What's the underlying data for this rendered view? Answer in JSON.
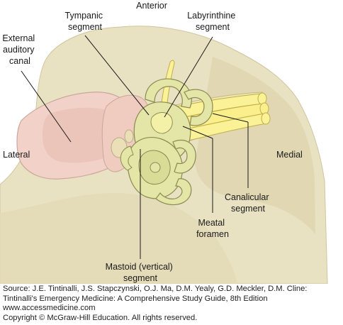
{
  "labels": {
    "anterior": "Anterior",
    "tympanic": "Tympanic segment",
    "labyrinthine": [
      "Labyrinthine",
      "segment"
    ],
    "external": [
      "External",
      "auditory",
      "canal"
    ],
    "lateral": "Lateral",
    "medial": "Medial",
    "canalicular": [
      "Canalicular",
      "segment"
    ],
    "meatal": [
      "Meatal",
      "foramen"
    ],
    "mastoid": [
      "Mastoid (vertical)",
      "segment"
    ]
  },
  "caption": [
    "Source: J.E. Tintinalli, J.S. Stapczynski, O.J. Ma, D.M. Yealy, G.D. Meckler, D.M. Cline:",
    "Tintinalli's Emergency Medicine: A Comprehensive Study Guide, 8th Edition",
    "www.accessmedicine.com",
    "Copyright © McGraw-Hill Education.  All rights reserved."
  ],
  "colors": {
    "bone": "#e9e2c2",
    "bone_dark": "#d6cca3",
    "canal_pink": "#f2d2c8",
    "labyrinth": "#e3e6a6",
    "nerve": "#fbf196",
    "outline": "#6f6a4a"
  }
}
